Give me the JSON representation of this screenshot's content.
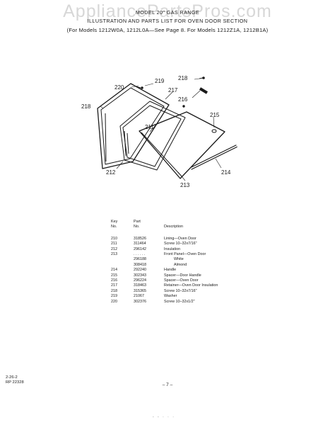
{
  "watermark": "AppliancePartsPros.com",
  "header": {
    "line1": "MODEL 20\" GAS RANGE",
    "line2": "ILLUSTRATION AND PARTS LIST FOR OVEN DOOR SECTION",
    "line3": "(For Models 1212W0A, 1212L0A—See Page 8.  For Models 1212Z1A, 1212B1A)"
  },
  "callouts": [
    "220",
    "219",
    "218",
    "217",
    "218",
    "216",
    "211",
    "215",
    "212",
    "214",
    "213"
  ],
  "table": {
    "header": {
      "key1": "Key",
      "key2": "No.",
      "part1": "Part",
      "part2": "No.",
      "desc": "Description"
    },
    "rows": [
      {
        "key": "210",
        "part": "318526",
        "desc": "Lining—Oven Door"
      },
      {
        "key": "211",
        "part": "311464",
        "desc": "Screw 10–32x7/16\""
      },
      {
        "key": "212",
        "part": "296142",
        "desc": "Insulation"
      },
      {
        "key": "213",
        "part": ". . . . . .",
        "desc": "Front Panel—Oven Door"
      },
      {
        "key": "",
        "part": "296188",
        "desc": "White",
        "sub": true
      },
      {
        "key": "",
        "part": "308418",
        "desc": "Almond",
        "sub": true
      },
      {
        "key": "214",
        "part": "292240",
        "desc": "Handle"
      },
      {
        "key": "215",
        "part": "302343",
        "desc": "Spacer—Door Handle"
      },
      {
        "key": "216",
        "part": "296224",
        "desc": "Spacer—Oven Door"
      },
      {
        "key": "217",
        "part": "318463",
        "desc": "Retainer—Oven Door Insulation"
      },
      {
        "key": "218",
        "part": "315365",
        "desc": "Screw 10–32x7/16\""
      },
      {
        "key": "219",
        "part": "21067",
        "desc": "Washer"
      },
      {
        "key": "220",
        "part": "302376",
        "desc": "Screw 10–32x1/2\""
      }
    ]
  },
  "footer": {
    "code1": "2-26-2",
    "code2": "RP 22328",
    "page": "– 7 –",
    "bottom": "- - · · ·"
  }
}
